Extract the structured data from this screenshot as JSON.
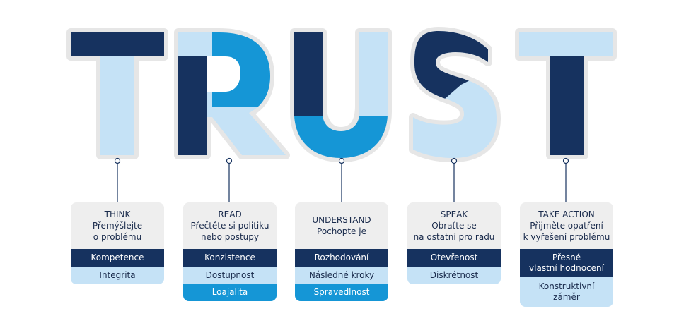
{
  "title": "TRUST",
  "colors": {
    "dark": "#16325f",
    "mid": "#1596d6",
    "light": "#c5e2f6",
    "card_bg": "#eeeeee",
    "outline": "#e6e6e6"
  },
  "cards": [
    {
      "heading": "THINK",
      "subtitle": [
        "Přemýšlejte",
        "o problému"
      ],
      "values": [
        {
          "label": "Kompetence",
          "tone": "dark"
        },
        {
          "label": "Integrita",
          "tone": "light"
        }
      ]
    },
    {
      "heading": "READ",
      "subtitle": [
        "Přečtěte si politiku",
        "nebo postupy"
      ],
      "values": [
        {
          "label": "Konzistence",
          "tone": "dark"
        },
        {
          "label": "Dostupnost",
          "tone": "light"
        },
        {
          "label": "Loajalita",
          "tone": "mid"
        }
      ]
    },
    {
      "heading": "UNDERSTAND",
      "subtitle": [
        "Pochopte je"
      ],
      "values": [
        {
          "label": "Rozhodování",
          "tone": "dark"
        },
        {
          "label": "Následné kroky",
          "tone": "light"
        },
        {
          "label": "Spravedlnost",
          "tone": "mid"
        }
      ]
    },
    {
      "heading": "SPEAK",
      "subtitle": [
        "Obraťte se",
        "na ostatní pro radu"
      ],
      "values": [
        {
          "label": "Otevřenost",
          "tone": "dark"
        },
        {
          "label": "Diskrétnost",
          "tone": "light"
        }
      ]
    },
    {
      "heading": "TAKE ACTION",
      "subtitle": [
        "Přijměte opatření",
        "k vyřešení problému"
      ],
      "values": [
        {
          "label": "Přesné|vlastní hodnocení",
          "tone": "dark"
        },
        {
          "label": "Konstruktivní|záměr",
          "tone": "light"
        }
      ]
    }
  ]
}
